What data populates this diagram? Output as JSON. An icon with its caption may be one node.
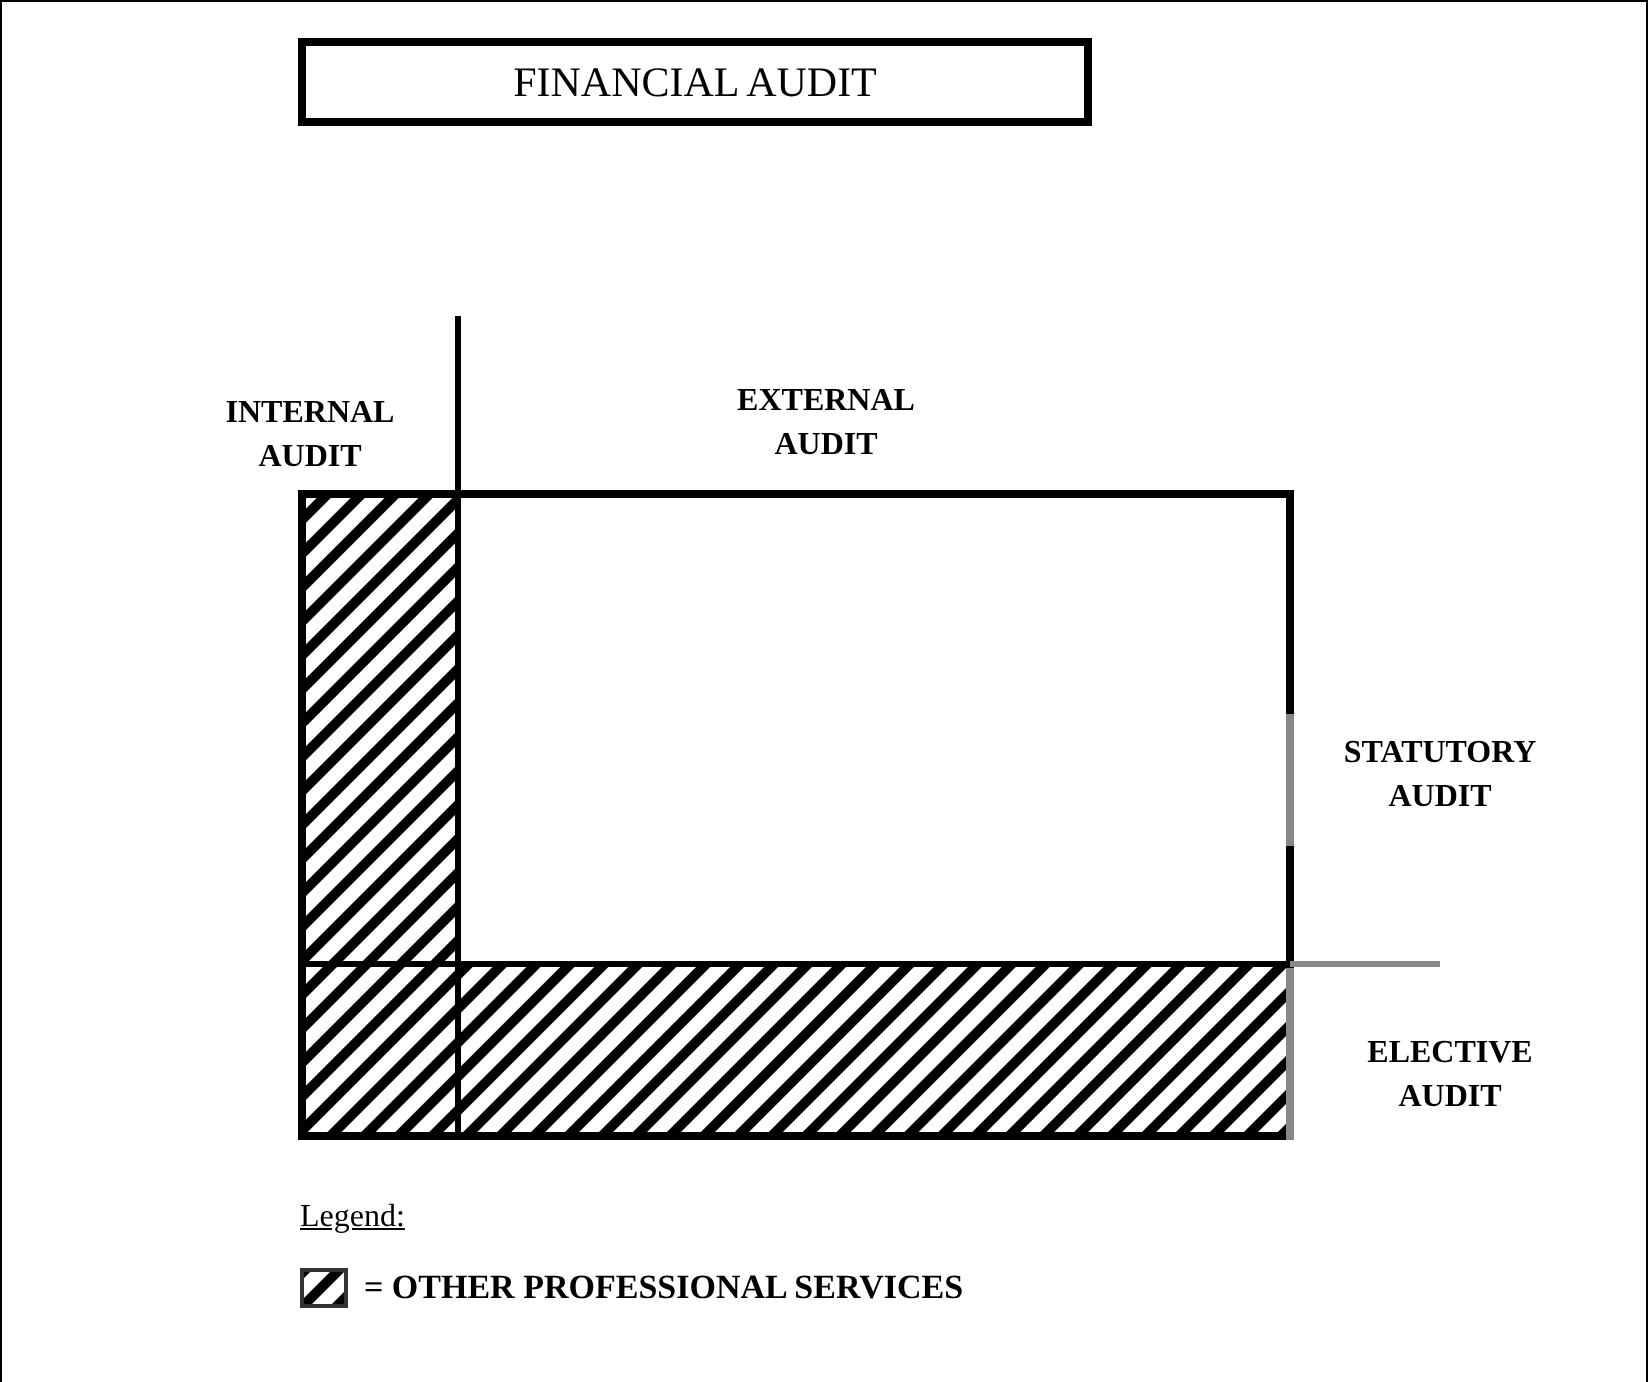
{
  "diagram": {
    "nodes": [
      {
        "text": [
          "FINANCIAL AUDIT"
        ]
      }
    ],
    "edges": [],
    "labels": [
      "INTERNAL AUDIT",
      "EXTERNAL AUDIT",
      "STATUTORY AUDIT",
      "ELECTIVE AUDIT",
      "Legend:"
    ],
    "legend": [
      {
        "text": "= OTHER PROFESSIONAL SERVICES"
      }
    ]
  }
}
